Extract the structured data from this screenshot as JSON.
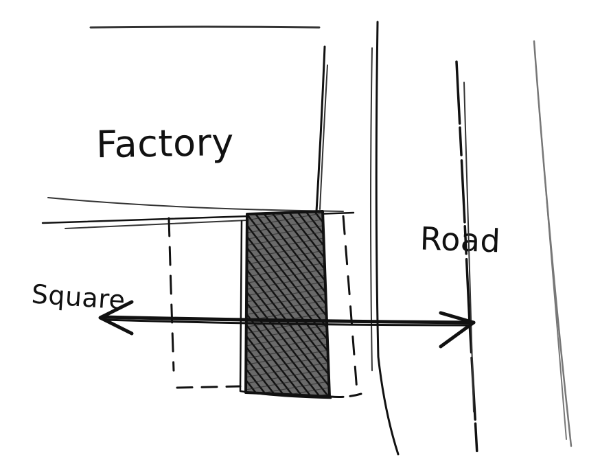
{
  "labels": {
    "factory": "Factory",
    "square": "Square",
    "road": "Road"
  },
  "colors": {
    "ink": "#111111",
    "paper": "#ffffff"
  }
}
